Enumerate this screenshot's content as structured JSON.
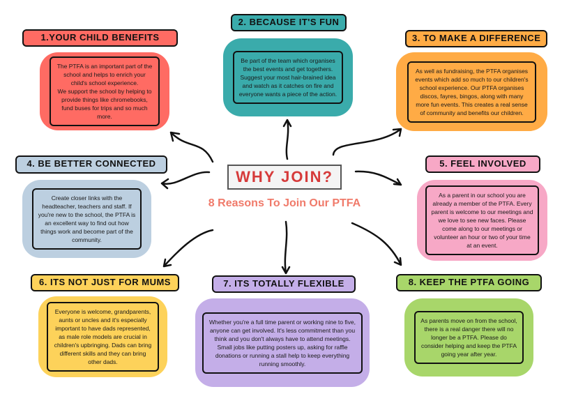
{
  "center": {
    "title": "WHY JOIN?",
    "subtitle": "8 Reasons To Join Our PTFA"
  },
  "reasons": [
    {
      "title": "1.Your Child Benefits",
      "text": "The PTFA is an important part of the school and helps to enrich your child's school experience.\nWe support the school by helping to provide things like chromebooks, fund buses for trips and so much more.",
      "color": "#ff6b63"
    },
    {
      "title": "2. Because It's Fun",
      "text": "Be part of the team which organises the best events and get togethers. Suggest your most hair-brained idea and watch as it catches on fire and everyone wants a piece of the action.",
      "color": "#3aabab"
    },
    {
      "title": "3. To Make A Difference",
      "text": "As well as fundraising, the PTFA organises events which add so much to our children's school experience. Our PTFA organises discos, fayres, bingos, along with many more fun events. This creates a real sense of community and benefits our children.",
      "color": "#ffab45"
    },
    {
      "title": "4. Be Better Connected",
      "text": "Create closer links with the headteacher, teachers and staff. If you're new to the school, the PTFA is an excellent way to find out how things work and become part of the community.",
      "color": "#bccfe0"
    },
    {
      "title": "5. Feel Involved",
      "text": "As a parent in our school you are already a member of the PTFA. Every parent is welcome to our meetings and we love to see new faces. Please come along to our meetings or volunteer an hour or two of your time at an event.",
      "color": "#f7a8c6"
    },
    {
      "title": "6. Its Not Just For Mums",
      "text": "Everyone is welcome, grandparents, aunts or uncles and it's especially important to have dads represented, as male role models are crucial in children's upbringing. Dads can bring different skills and they can bring other dads.",
      "color": "#fdd25a"
    },
    {
      "title": "7. Its Totally Flexible",
      "text": "Whether you're a full time parent or working nine to five, anyone can get involved. It's less commitment than you think and you don't always have to attend meetings. Small jobs like putting posters up, asking for raffle donations or running a stall help to keep everything running smoothly.",
      "color": "#c4aee8"
    },
    {
      "title": "8. Keep The PTFA Going",
      "text": "As parents move on from the school, there is a real danger there will no longer be a PTFA. Please do consider helping and keep the PTFA going year after year.",
      "color": "#a8d66a"
    }
  ]
}
